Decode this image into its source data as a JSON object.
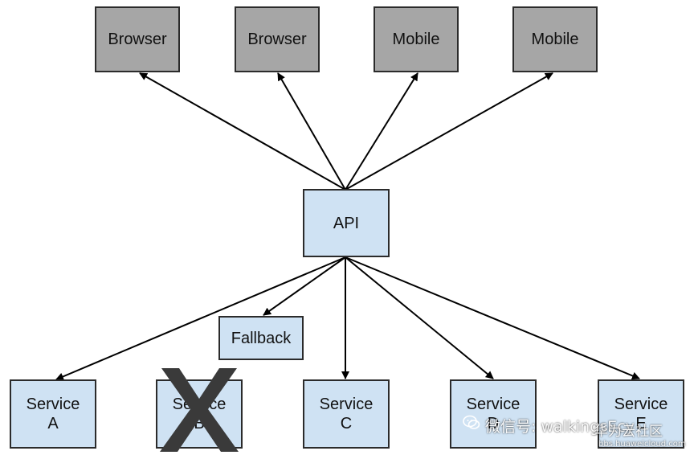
{
  "clients": [
    {
      "id": "browser-1",
      "label": "Browser"
    },
    {
      "id": "browser-2",
      "label": "Browser"
    },
    {
      "id": "mobile-1",
      "label": "Mobile"
    },
    {
      "id": "mobile-2",
      "label": "Mobile"
    }
  ],
  "api": {
    "label": "API"
  },
  "fallback": {
    "label": "Fallback"
  },
  "services": [
    {
      "id": "service-a",
      "label": "Service\nA",
      "failed": false
    },
    {
      "id": "service-b",
      "label": "Service\nB",
      "failed": true
    },
    {
      "id": "service-c",
      "label": "Service\nC",
      "failed": false
    },
    {
      "id": "service-d",
      "label": "Service\nD",
      "failed": false
    },
    {
      "id": "service-e",
      "label": "Service\nE",
      "failed": false
    }
  ],
  "watermark": {
    "text": "微信号: walkingsEcy",
    "brand": "华为云社区",
    "url": "bbs.huaweicloud.com"
  },
  "colors": {
    "client_fill": "#a6a6a6",
    "service_fill": "#cfe2f3",
    "stroke": "#2b2b2b",
    "failed_mark": "#3a3a3a"
  }
}
